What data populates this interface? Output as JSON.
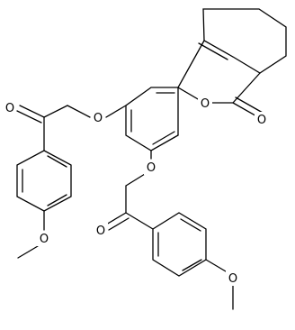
{
  "atoms": {
    "carbonyl_o_left": "O",
    "ether_o_left": "O",
    "ether_o_middle": "O",
    "ring_o": "O",
    "lactone_carbonyl_o": "O",
    "carbonyl_o_lower": "O",
    "methoxy_o_left": "O",
    "methoxy_o_right": "O"
  }
}
